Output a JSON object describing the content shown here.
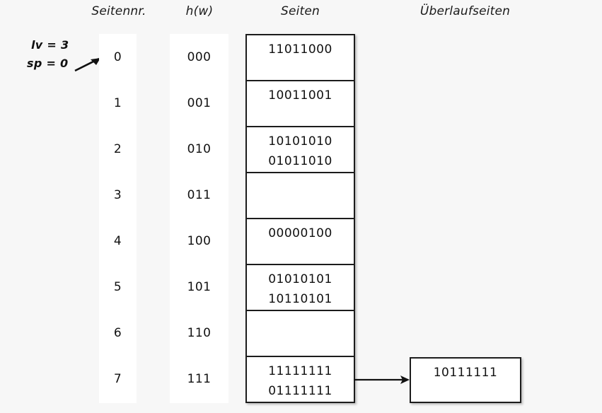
{
  "headers": {
    "seitennr": "Seitennr.",
    "hw": "h(w)",
    "seiten": "Seiten",
    "ueberlaufseiten": "Überlaufseiten"
  },
  "annotations": {
    "lv": "lv = 3",
    "sp": "sp = 0",
    "pointer_icon": "arrow-right-icon"
  },
  "rows": [
    {
      "num": "0",
      "hash": "000",
      "entries": [
        "11011000"
      ]
    },
    {
      "num": "1",
      "hash": "001",
      "entries": [
        "10011001"
      ]
    },
    {
      "num": "2",
      "hash": "010",
      "entries": [
        "10101010",
        "01011010"
      ]
    },
    {
      "num": "3",
      "hash": "011",
      "entries": []
    },
    {
      "num": "4",
      "hash": "100",
      "entries": [
        "00000100"
      ]
    },
    {
      "num": "5",
      "hash": "101",
      "entries": [
        "01010101",
        "10110101"
      ]
    },
    {
      "num": "6",
      "hash": "110",
      "entries": []
    },
    {
      "num": "7",
      "hash": "111",
      "entries": [
        "11111111",
        "01111111"
      ]
    }
  ],
  "overflow": {
    "source_row": "7",
    "arrow_icon": "arrow-right-icon",
    "entries": [
      "10111111"
    ]
  },
  "colors": {
    "background": "#f7f7f7",
    "cell_background": "#ffffff",
    "border": "#1c1c1c",
    "text": "#111111"
  }
}
